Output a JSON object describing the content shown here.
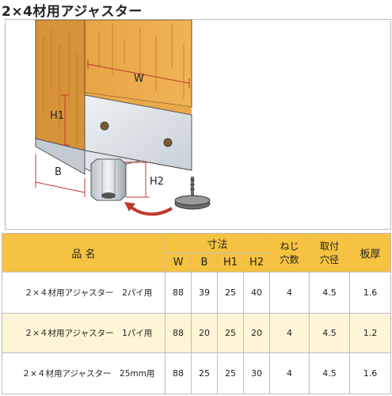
{
  "title": "2×4材用アジャスター",
  "figure": {
    "labels": {
      "W": "W",
      "H1": "H1",
      "B": "B",
      "H2": "H2"
    }
  },
  "table": {
    "headers": {
      "name": "品 名",
      "dimensions": "寸法",
      "screw_holes": [
        "ねじ",
        "穴数"
      ],
      "mount_hole": [
        "取付",
        "穴径"
      ],
      "plate": "板厚"
    },
    "dim_cols": [
      "W",
      "B",
      "H1",
      "H2"
    ],
    "rows": [
      {
        "name": "２×４材用アジャスター　2パイ用",
        "W": "88",
        "B": "39",
        "H1": "25",
        "H2": "40",
        "holes": "4",
        "dia": "4.5",
        "thick": "1.6"
      },
      {
        "name": "２×４材用アジャスター　1パイ用",
        "W": "88",
        "B": "20",
        "H1": "25",
        "H2": "20",
        "holes": "4",
        "dia": "4.5",
        "thick": "1.2"
      },
      {
        "name": "２×４材用アジャスター　25mm用",
        "W": "88",
        "B": "25",
        "H1": "25",
        "H2": "30",
        "holes": "4",
        "dia": "4.5",
        "thick": "1.6"
      }
    ]
  },
  "colors": {
    "header": "#f6c241",
    "alt_row": "#fdf5d6",
    "wood": "#e9a94a",
    "dimension": "#c0392b"
  }
}
